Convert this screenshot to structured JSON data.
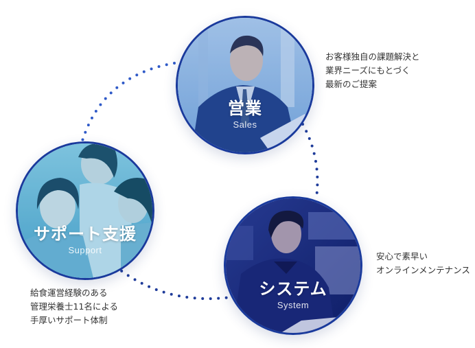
{
  "colors": {
    "ring_border": "#1a3a9c",
    "dot_color": "#2a4aa8",
    "text_color": "#333333",
    "sales_tint": "#3b78c4",
    "support_tint": "#2f8fb8",
    "system_tint": "#1c2f86"
  },
  "circles": [
    {
      "id": "sales",
      "title": "営業",
      "subtitle": "Sales",
      "description": [
        "お客様独自の課題解決と",
        "業界ニーズにもとづく",
        "最新のご提案"
      ]
    },
    {
      "id": "support",
      "title": "サポート支援",
      "subtitle": "Support",
      "description": [
        "給食運営経験のある",
        "管理栄養士11名による",
        "手厚いサポート体制"
      ]
    },
    {
      "id": "system",
      "title": "システム",
      "subtitle": "System",
      "description": [
        "安心で素早い",
        "オンラインメンテナンス"
      ]
    }
  ]
}
